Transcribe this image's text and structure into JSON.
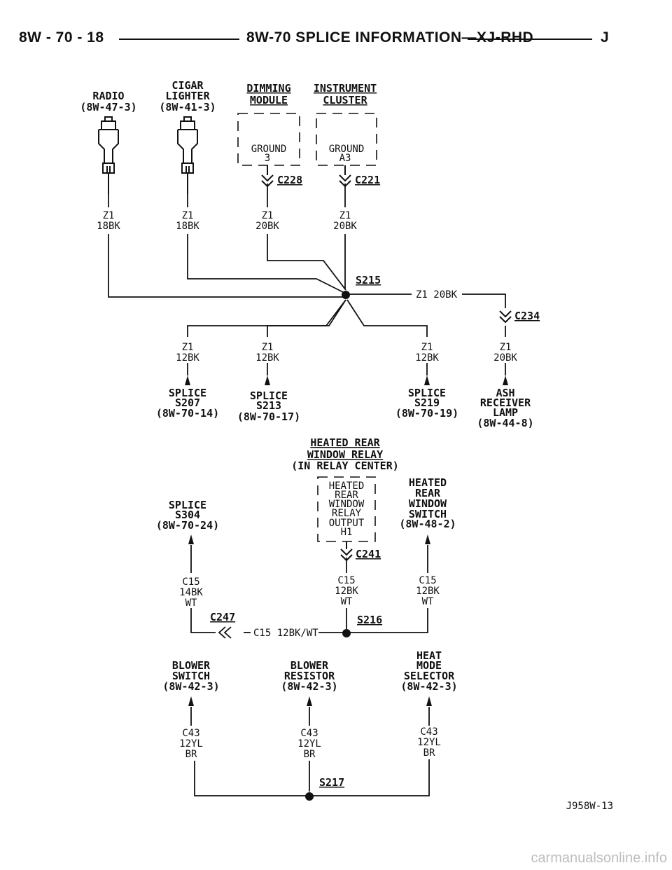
{
  "header": {
    "page_ref": "8W - 70 - 18",
    "title": "8W-70 SPLICE INFORMATION—XJ-RHD",
    "edition": "J"
  },
  "components": {
    "radio": {
      "name": "RADIO",
      "ref": "(8W-47-3)"
    },
    "cigar_lighter": {
      "name1": "CIGAR",
      "name2": "LIGHTER",
      "ref": "(8W-41-3)"
    },
    "dimming_module": {
      "name1": "DIMMING",
      "name2": "MODULE",
      "pin_name": "GROUND",
      "pin_num": "3",
      "connector": "C228"
    },
    "instrument_cluster": {
      "name1": "INSTRUMENT",
      "name2": "CLUSTER",
      "pin_name": "GROUND",
      "pin_num": "A3",
      "connector": "C221"
    },
    "ash_receiver_lamp": {
      "name1": "ASH",
      "name2": "RECEIVER",
      "name3": "LAMP",
      "ref": "(8W-44-8)",
      "connector": "C234"
    },
    "splice_s207": {
      "name": "SPLICE",
      "id": "S207",
      "ref": "(8W-70-14)"
    },
    "splice_s213": {
      "name": "SPLICE",
      "id": "S213",
      "ref": "(8W-70-17)"
    },
    "splice_s219": {
      "name": "SPLICE",
      "id": "S219",
      "ref": "(8W-70-19)"
    },
    "splice_s304": {
      "name": "SPLICE",
      "id": "S304",
      "ref": "(8W-70-24)"
    },
    "heated_rear_window_relay": {
      "title1": "HEATED REAR",
      "title2": "WINDOW RELAY",
      "title3": "(IN RELAY CENTER)",
      "pin_lines": [
        "HEATED",
        "REAR",
        "WINDOW",
        "RELAY",
        "OUTPUT"
      ],
      "pin_num": "H1",
      "connector": "C241"
    },
    "heated_rear_window_switch": {
      "lines": [
        "HEATED",
        "REAR",
        "WINDOW",
        "SWITCH"
      ],
      "ref": "(8W-48-2)"
    },
    "blower_switch": {
      "name1": "BLOWER",
      "name2": "SWITCH",
      "ref": "(8W-42-3)"
    },
    "blower_resistor": {
      "name1": "BLOWER",
      "name2": "RESISTOR",
      "ref": "(8W-42-3)"
    },
    "heat_mode_selector": {
      "name1": "HEAT",
      "name2": "MODE",
      "name3": "SELECTOR",
      "ref": "(8W-42-3)"
    }
  },
  "wires": {
    "radio": [
      "Z1",
      "18BK"
    ],
    "lighter": [
      "Z1",
      "18BK"
    ],
    "dimming": [
      "Z1",
      "20BK"
    ],
    "cluster": [
      "Z1",
      "20BK"
    ],
    "to_c234": "Z1 20BK",
    "ash": [
      "Z1",
      "20BK"
    ],
    "s207": [
      "Z1",
      "12BK"
    ],
    "s213": [
      "Z1",
      "12BK"
    ],
    "s219": [
      "Z1",
      "12BK"
    ],
    "s304": [
      "C15",
      "14BK",
      "WT"
    ],
    "relay": [
      "C15",
      "12BK",
      "WT"
    ],
    "hrw_switch": [
      "C15",
      "12BK",
      "WT"
    ],
    "c15_trunk": "C15 12BK/WT",
    "blower_switch": [
      "C43",
      "12YL",
      "BR"
    ],
    "blower_resistor": [
      "C43",
      "12YL",
      "BR"
    ],
    "heat_mode": [
      "C43",
      "12YL",
      "BR"
    ]
  },
  "splices": {
    "s215": "S215",
    "s216": "S216",
    "s217": "S217",
    "c247": "C247"
  },
  "figure_id": "J958W-13",
  "watermark": "carmanualsonline.info",
  "colors": {
    "ink": "#111111",
    "background": "#ffffff",
    "watermark": "#bdbdbd"
  }
}
